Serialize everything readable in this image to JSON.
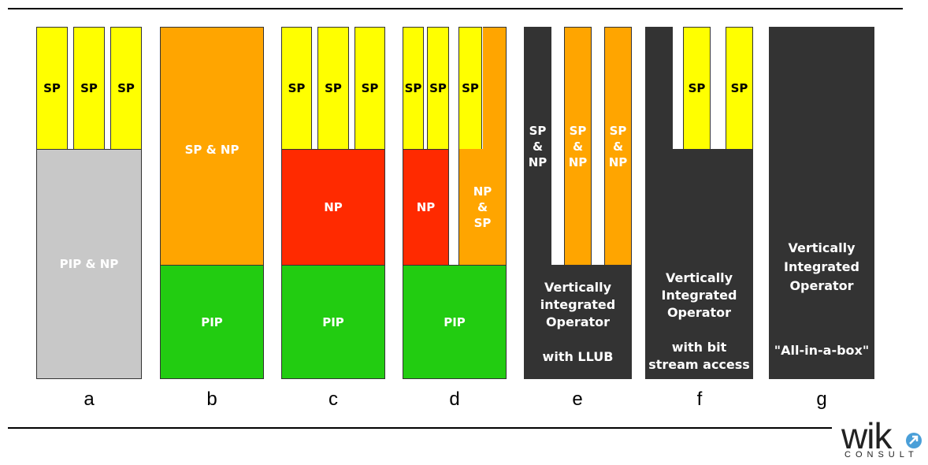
{
  "columns": {
    "a": {
      "sp": [
        "SP",
        "SP",
        "SP"
      ],
      "base": "PIP & NP",
      "label": "a"
    },
    "b": {
      "top": "SP & NP",
      "base": "PIP",
      "label": "b"
    },
    "c": {
      "sp": [
        "SP",
        "SP",
        "SP"
      ],
      "mid": "NP",
      "base": "PIP",
      "label": "c"
    },
    "d": {
      "sp": [
        "SP",
        "SP",
        "SP"
      ],
      "mid_left": "NP",
      "mid_right": "NP\n&\nSP",
      "base": "PIP",
      "label": "d"
    },
    "e": {
      "bars": [
        "SP\n&\nNP",
        "SP\n&\nNP",
        "SP\n&\nNP"
      ],
      "base": "Vertically\nintegrated\nOperator\n\nwith LLUB",
      "label": "e"
    },
    "f": {
      "sp": [
        "SP",
        "SP"
      ],
      "base": "Vertically\nIntegrated\nOperator\n\nwith bit\nstream access",
      "label": "f"
    },
    "g": {
      "base": "Vertically\nIntegrated\nOperator",
      "quote": "\"All-in-a-box\"",
      "label": "g"
    }
  },
  "logo": {
    "text": "wik",
    "sub": "CONSULT"
  },
  "colors": {
    "sp": "#ffff00",
    "sp_np": "#ffa500",
    "np": "#ff2a00",
    "pip": "#22cc11",
    "pip_np": "#c8c8c8",
    "integrated": "#333333"
  }
}
